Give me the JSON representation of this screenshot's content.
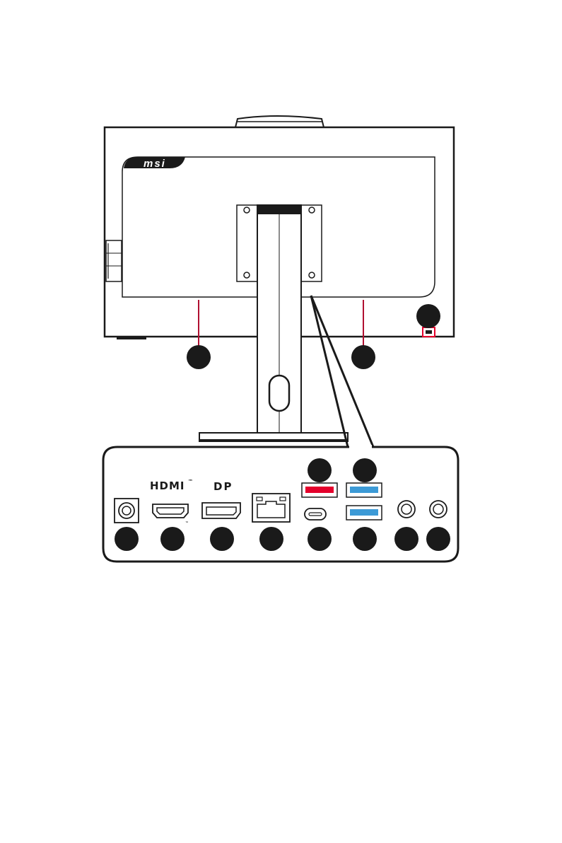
{
  "brand": {
    "logo_text": "msi"
  },
  "port_labels": {
    "hdmi": "HDMI",
    "hdmi_trademark": "™",
    "displayport": "DP"
  },
  "colors": {
    "outline": "#1a1a1a",
    "callout": "#1a1a1a",
    "accent_red": "#e4002b",
    "usb_blue": "#3c9ad6",
    "background": "#ffffff"
  },
  "icons": {
    "power": "dc-jack-icon",
    "hdmi": "hdmi-port-icon",
    "displayport": "displayport-icon",
    "lan": "rj45-port-icon",
    "usb_c": "usb-c-port-icon",
    "usb_a_red": "usb-a-red-icon",
    "usb_a_blue": "usb-a-blue-icon",
    "audio": "audio-jack-icon",
    "security_lock": "kensington-lock-icon"
  }
}
